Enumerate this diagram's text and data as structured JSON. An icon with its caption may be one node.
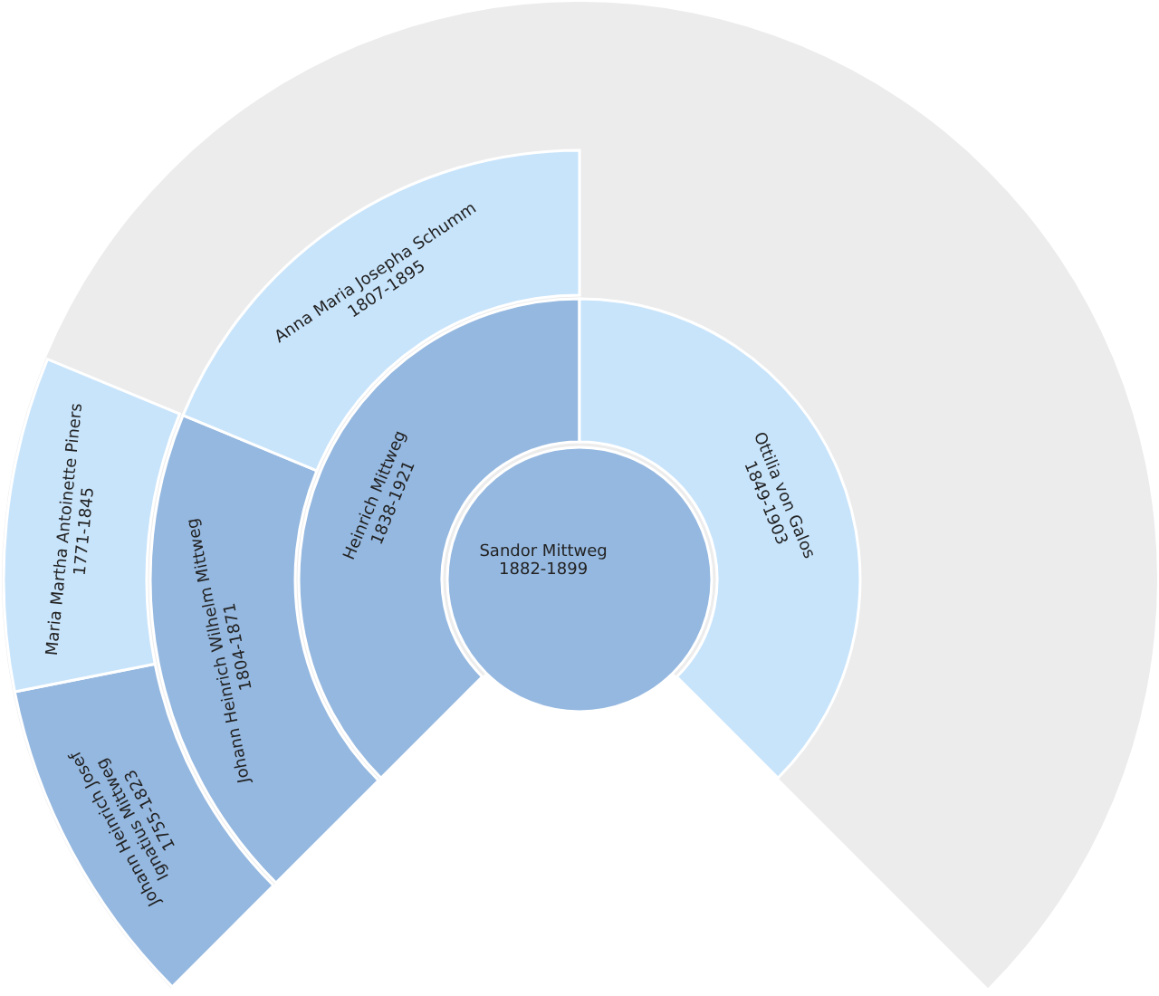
{
  "diagram": {
    "nodes": [
      {
        "text": [
          "Sandor Mittweg",
          "1882-1899"
        ]
      },
      {
        "text": [
          "Heinrich Mittweg",
          "1838-1921"
        ]
      },
      {
        "text": [
          "Ottilia von Galos",
          "1849-1903"
        ]
      },
      {
        "text": [
          "Johann Heinrich Wilhelm Mittweg",
          "1804-1871"
        ]
      },
      {
        "text": [
          "Anna Maria Josepha Schumm",
          "1807-1895"
        ]
      },
      {
        "text": [
          "Johann Heinrich Josef Ignatius Mittweg",
          "1755-1823"
        ]
      },
      {
        "text": [
          "Maria Martha Antoinette Piners",
          "1771-1845"
        ]
      }
    ]
  }
}
